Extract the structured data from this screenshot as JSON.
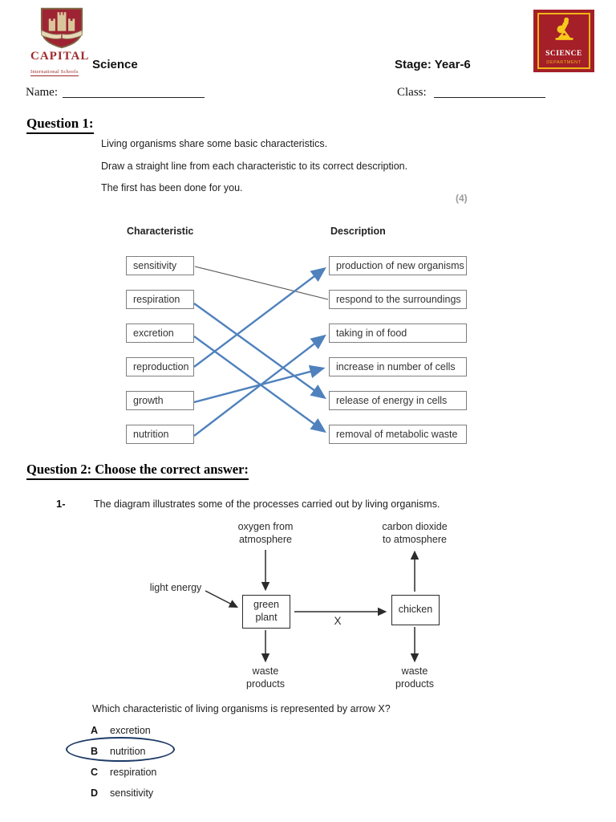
{
  "header": {
    "school_name": "CAPITAL",
    "school_tagline": "International Schools",
    "subject": "Science",
    "stage": "Stage: Year-6",
    "name_label": "Name:",
    "class_label": "Class:",
    "dept_name": "SCIENCE",
    "dept_sub": "DEPARTMENT"
  },
  "q1": {
    "heading": "Question 1:",
    "instructions": [
      "Living organisms share some basic characteristics.",
      "Draw a straight line from each characteristic to its correct description.",
      "The first has been done for you."
    ],
    "marks": "(4)",
    "left_header": "Characteristic",
    "right_header": "Description",
    "characteristics": [
      "sensitivity",
      "respiration",
      "excretion",
      "reproduction",
      "growth",
      "nutrition"
    ],
    "descriptions": [
      "production of new organisms",
      "respond to the surroundings",
      "taking in of food",
      "increase in number of cells",
      "release of energy in cells",
      "removal of metabolic waste"
    ],
    "connections": [
      {
        "from": "sensitivity",
        "to": "respond to the surroundings",
        "style": "example-thin-line"
      },
      {
        "from": "respiration",
        "to": "release of energy in cells",
        "style": "blue-arrow"
      },
      {
        "from": "excretion",
        "to": "removal of metabolic waste",
        "style": "blue-arrow"
      },
      {
        "from": "reproduction",
        "to": "production of new organisms",
        "style": "blue-arrow"
      },
      {
        "from": "growth",
        "to": "increase in number of cells",
        "style": "blue-arrow"
      },
      {
        "from": "nutrition",
        "to": "taking in of food",
        "style": "blue-arrow"
      }
    ]
  },
  "q2": {
    "heading": "Question 2: Choose the correct answer:",
    "item_number": "1-",
    "intro": "The diagram illustrates some of the processes carried out by living organisms.",
    "diagram": {
      "oxygen_label": "oxygen from\natmosphere",
      "carbon_label": "carbon dioxide\nto atmosphere",
      "light_label": "light energy",
      "plant_box": "green\nplant",
      "chicken_box": "chicken",
      "arrow_x_label": "X",
      "plant_waste_label": "waste\nproducts",
      "chicken_waste_label": "waste\nproducts"
    },
    "question": "Which characteristic of living organisms is represented by arrow X?",
    "options": [
      {
        "letter": "A",
        "text": "excretion",
        "circled": false
      },
      {
        "letter": "B",
        "text": "nutrition",
        "circled": true
      },
      {
        "letter": "C",
        "text": "respiration",
        "circled": false
      },
      {
        "letter": "D",
        "text": "sensitivity",
        "circled": false
      }
    ]
  },
  "colors": {
    "match_line_blue": "#4f81bd",
    "example_line_gray": "#555555",
    "answer_circle_navy": "#1d3a66",
    "logo_maroon": "#9e2433",
    "logo_gold": "#f0b517",
    "marks_gray": "#9a9a9a"
  }
}
